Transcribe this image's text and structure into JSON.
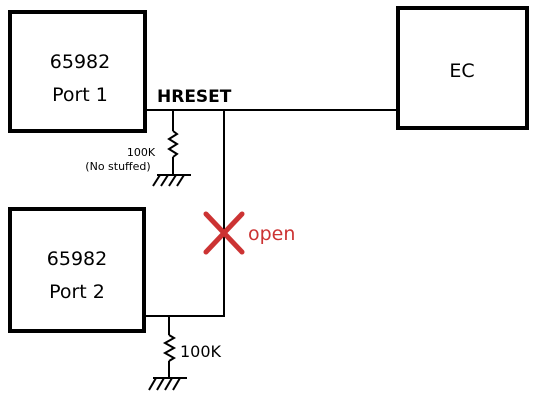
{
  "blocks": {
    "port1": {
      "line1": "65982",
      "line2": "Port 1"
    },
    "port2": {
      "line1": "65982",
      "line2": "Port 2"
    },
    "ec": {
      "label": "EC"
    }
  },
  "net_label": "HRESET",
  "resistor_top": {
    "value": "100K",
    "note": "(No stuffed)"
  },
  "resistor_bottom": {
    "value": "100K"
  },
  "open_label": "open",
  "colors": {
    "line": "#000000",
    "open_mark": "#cc3333"
  }
}
